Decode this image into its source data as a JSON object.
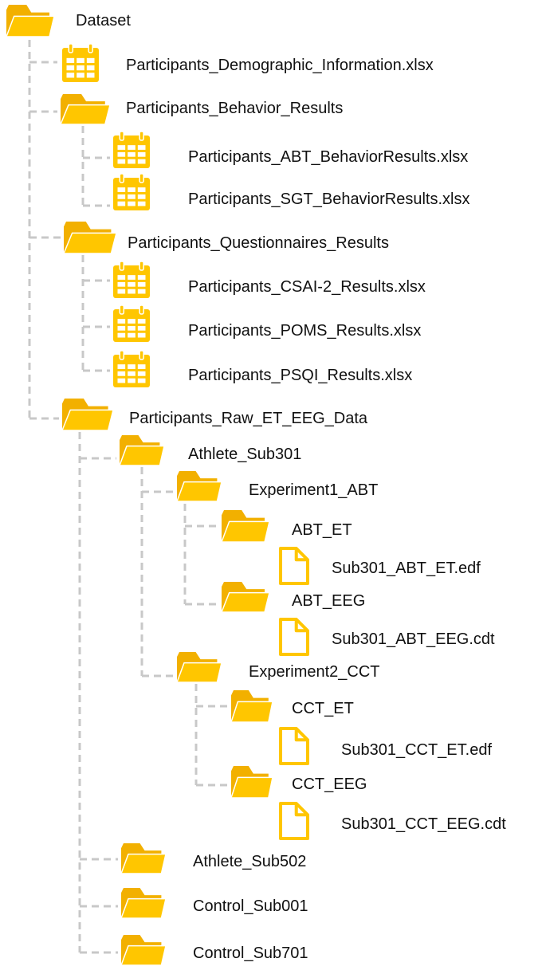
{
  "tree": {
    "root_label": "Dataset",
    "items": [
      {
        "label": "Participants_Demographic_Information.xlsx",
        "icon": "spreadsheet-icon"
      },
      {
        "label": "Participants_Behavior_Results",
        "icon": "folder-icon"
      },
      {
        "label": "Participants_ABT_BehaviorResults.xlsx",
        "icon": "spreadsheet-icon"
      },
      {
        "label": "Participants_SGT_BehaviorResults.xlsx",
        "icon": "spreadsheet-icon"
      },
      {
        "label": "Participants_Questionnaires_Results",
        "icon": "folder-icon"
      },
      {
        "label": "Participants_CSAI-2_Results.xlsx",
        "icon": "spreadsheet-icon"
      },
      {
        "label": "Participants_POMS_Results.xlsx",
        "icon": "spreadsheet-icon"
      },
      {
        "label": "Participants_PSQI_Results.xlsx",
        "icon": "spreadsheet-icon"
      },
      {
        "label": "Participants_Raw_ET_EEG_Data",
        "icon": "folder-icon"
      },
      {
        "label": "Athlete_Sub301",
        "icon": "folder-icon"
      },
      {
        "label": "Experiment1_ABT",
        "icon": "folder-icon"
      },
      {
        "label": "ABT_ET",
        "icon": "folder-icon"
      },
      {
        "label": "Sub301_ABT_ET.edf",
        "icon": "file-icon"
      },
      {
        "label": "ABT_EEG",
        "icon": "folder-icon"
      },
      {
        "label": "Sub301_ABT_EEG.cdt",
        "icon": "file-icon"
      },
      {
        "label": "Experiment2_CCT",
        "icon": "folder-icon"
      },
      {
        "label": "CCT_ET",
        "icon": "folder-icon"
      },
      {
        "label": "Sub301_CCT_ET.edf",
        "icon": "file-icon"
      },
      {
        "label": "CCT_EEG",
        "icon": "folder-icon"
      },
      {
        "label": "Sub301_CCT_EEG.cdt",
        "icon": "file-icon"
      },
      {
        "label": "Athlete_Sub502",
        "icon": "folder-icon"
      },
      {
        "label": "Control_Sub001",
        "icon": "folder-icon"
      },
      {
        "label": "Control_Sub701",
        "icon": "folder-icon"
      }
    ]
  },
  "colors": {
    "icon_yellow": "#FFC600",
    "icon_dark_yellow": "#F2B000",
    "connector_gray": "#C8C8C8",
    "text": "#111111"
  }
}
